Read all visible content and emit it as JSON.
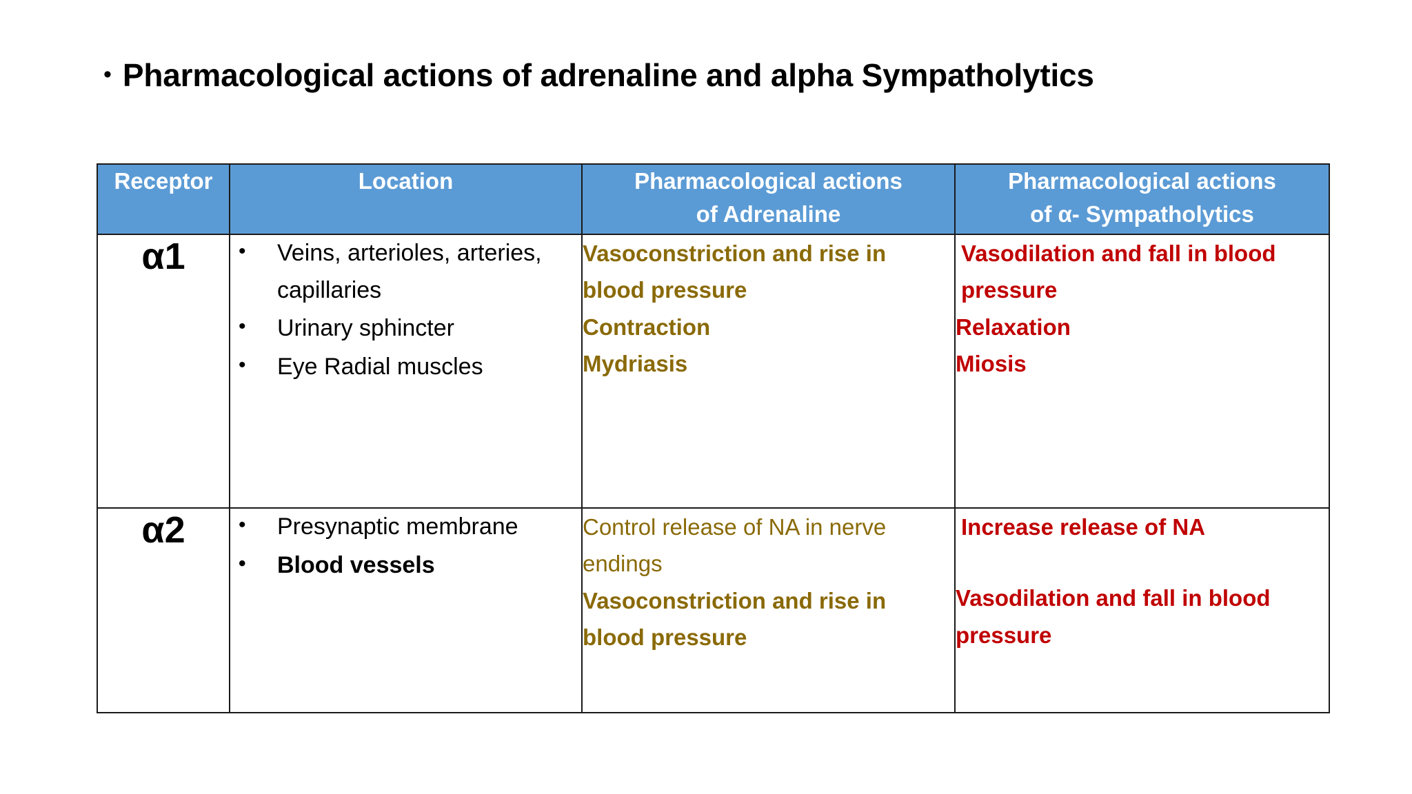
{
  "slide": {
    "background_color": "#ffffff",
    "title_bullet_glyph": "•",
    "title": "Pharmacological actions of adrenaline and alpha Sympatholytics"
  },
  "colors": {
    "header_fill": "#5B9BD5",
    "header_text": "#FFFFFF",
    "border": "#1A1A1A",
    "adrenaline_text": "#8A6A08",
    "sympatholytic_text": "#C00000",
    "body_text": "#000000"
  },
  "table": {
    "headers": [
      {
        "label": "Receptor"
      },
      {
        "label": "Location"
      },
      {
        "line1": "Pharmacological actions",
        "line2": "of Adrenaline"
      },
      {
        "line1": "Pharmacological actions",
        "line2": "of α- Sympatholytics"
      }
    ],
    "rows": [
      {
        "receptor": "α1",
        "location": [
          {
            "text": "Veins, arterioles, arteries, capillaries",
            "bold": false
          },
          {
            "text": "Urinary sphincter",
            "bold": false
          },
          {
            "text": "Eye Radial muscles",
            "bold": false
          }
        ],
        "adrenaline": [
          {
            "text": "Vasoconstriction and rise in blood pressure",
            "bold": true
          },
          {
            "text": "Contraction",
            "bold": true
          },
          {
            "text": "Mydriasis",
            "bold": true
          }
        ],
        "sympatholytics": [
          {
            "text": "Vasodilation and fall in blood pressure",
            "bold": true,
            "indent": true
          },
          {
            "text": "Relaxation",
            "bold": true,
            "indent": false
          },
          {
            "text": "Miosis",
            "bold": true,
            "indent": false
          }
        ]
      },
      {
        "receptor": "α2",
        "location": [
          {
            "text": "Presynaptic membrane",
            "bold": false
          },
          {
            "text": "Blood vessels",
            "bold": true
          }
        ],
        "adrenaline": [
          {
            "text": "Control release of NA in nerve endings",
            "bold": false
          },
          {
            "text": "Vasoconstriction and rise in blood pressure",
            "bold": true
          }
        ],
        "sympatholytics": [
          {
            "text": "Increase release of NA",
            "bold": true,
            "indent": true
          },
          {
            "text": "",
            "bold": false,
            "spacer": true
          },
          {
            "text": "Vasodilation and fall in blood pressure",
            "bold": true,
            "indent": false
          }
        ]
      }
    ]
  },
  "bullet_glyph": "•"
}
